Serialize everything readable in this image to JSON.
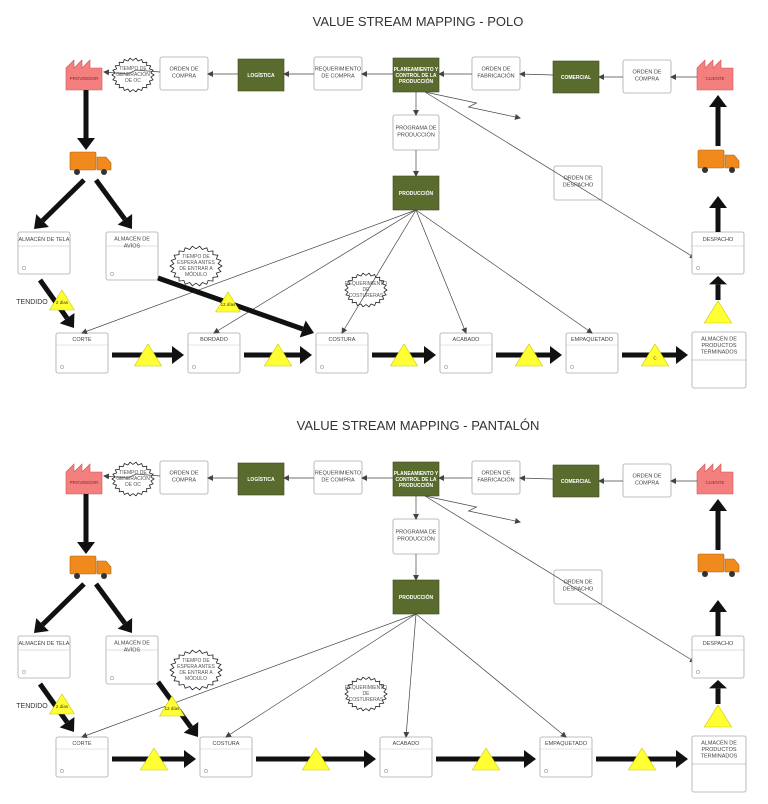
{
  "diagrams": [
    {
      "title": "VALUE STREAM MAPPING - POLO",
      "supplier": "PROVEEDOR",
      "client": "CLIENTE",
      "logistics": "LOGÍSTICA",
      "planning": "PLANEAMIENTO Y CONTROL DE LA PRODUCCIÓN",
      "commercial": "COMERCIAL",
      "production": "PRODUCCIÓN",
      "purchase_order_left": "ORDEN DE COMPRA",
      "purchase_requirement": "REQUERIMIENTO DE COMPRA",
      "manufacturing_order": "ORDEN DE FABRICACIÓN",
      "purchase_order_right": "ORDEN DE COMPRA",
      "production_program": "PROGRAMA DE PRODUCCIÓN",
      "dispatch_order": "ORDEN DE DESPACHO",
      "oc_generation_time": "TIEMPO DE GENERACIÓN DE OC",
      "fabric_warehouse": "ALMACÉN DE TELA",
      "trims_warehouse": "ALMACÉN DE AVÍOS",
      "wait_time_burst": "TIEMPO DE ESPERA ANTES DE ENTRAR A MÓDULO",
      "sewing_req_burst": "REQUERIMIENTO DE COSTURERAS",
      "dispatch": "DESPACHO",
      "finished_goods": "ALMACÉN DE PRODUCTOS TERMINADOS",
      "spreading": "TENDIDO",
      "inv_fabric": "2 días",
      "inv_trims": "12 días",
      "inv_final": "C",
      "processes": [
        "CORTE",
        "BORDADO",
        "COSTURA",
        "ACABADO",
        "EMPAQUETADO"
      ]
    },
    {
      "title": "VALUE STREAM MAPPING - PANTALÓN",
      "supplier": "PROVEEDOR",
      "client": "CLIENTE",
      "logistics": "LOGÍSTICA",
      "planning": "PLANEAMIENTO Y CONTROL DE LA PRODUCCIÓN",
      "commercial": "COMERCIAL",
      "production": "PRODUCCIÓN",
      "purchase_order_left": "ORDEN DE COMPRA",
      "purchase_requirement": "REQUERIMIENTO DE COMPRA",
      "manufacturing_order": "ORDEN DE FABRICACIÓN",
      "purchase_order_right": "ORDEN DE COMPRA",
      "production_program": "PROGRAMA DE PRODUCCIÓN",
      "dispatch_order": "ORDEN DE DESPACHO",
      "oc_generation_time": "TIEMPO DE GENERACIÓN DE OC",
      "fabric_warehouse": "ALMACÉN DE TELA",
      "trims_warehouse": "ALMACÉN DE AVÍOS",
      "wait_time_burst": "TIEMPO DE ESPERA ANTES DE ENTRAR A MÓDULO",
      "sewing_req_burst": "REQUERIMIENTO DE COSTURERAS",
      "dispatch": "DESPACHO",
      "finished_goods": "ALMACÉN DE PRODUCTOS TERMINADOS",
      "spreading": "TENDIDO",
      "inv_fabric": "2 días",
      "inv_trims": "12 días",
      "inv_final": "",
      "processes": [
        "CORTE",
        "COSTURA",
        "ACABADO",
        "EMPAQUETADO"
      ]
    }
  ],
  "colors": {
    "green": "#5a6b2e",
    "factory": "#f47f7f",
    "truck": "#f08a1c",
    "triangle": "#ffff33",
    "arrow": "#111111"
  },
  "icons": [
    "factory-icon",
    "truck-icon",
    "inventory-triangle-icon",
    "push-arrow-icon",
    "kaizen-burst-icon"
  ]
}
